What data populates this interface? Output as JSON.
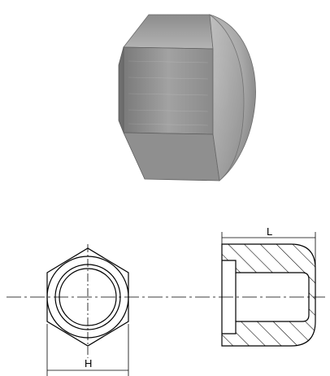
{
  "dimensions": {
    "width_label": "H",
    "length_label": "L"
  },
  "colors": {
    "line": "#000000",
    "steel_light": "#c8c8c8",
    "steel_mid": "#9b9b9b",
    "steel_dark": "#6f6f6f",
    "background": "#ffffff"
  },
  "icons": {
    "photo": "hex-cap-nut-photo",
    "front_view": "hexagon-end-view",
    "side_view": "sectional-side-view"
  }
}
